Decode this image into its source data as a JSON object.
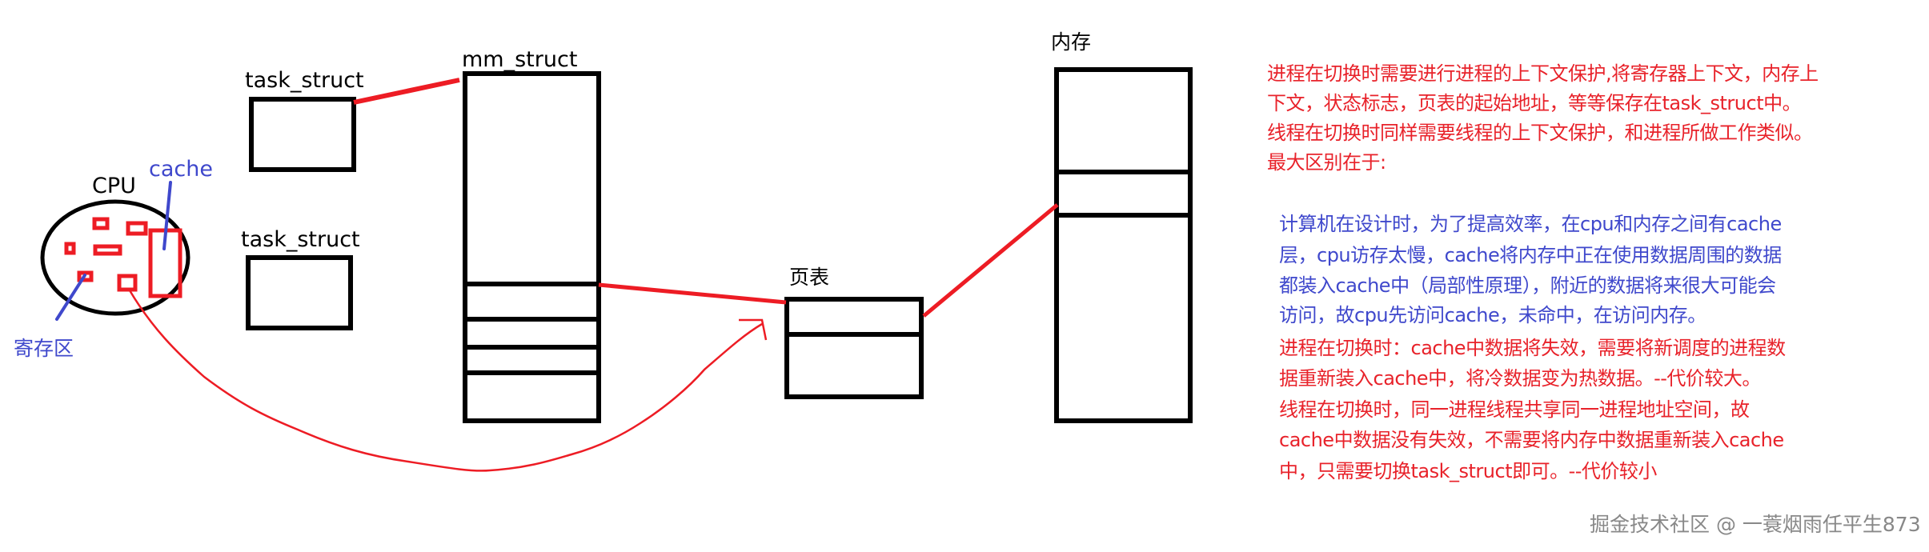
{
  "labels": {
    "task_struct_1": "task_struct",
    "task_struct_2": "task_struct",
    "mm_struct": "mm_struct",
    "cpu": "CPU",
    "cache": "cache",
    "register": "寄存区",
    "page_table": "页表",
    "memory": "内存"
  },
  "notes": {
    "intro": [
      "进程在切换时需要进行进程的上下文保护,将寄存器上下文，内存上",
      "下文，状态标志，页表的起始地址，等等保存在task_struct中。",
      "线程在切换时同样需要线程的上下文保护，和进程所做工作类似。",
      "最大区别在于:"
    ],
    "cache_explain": [
      "计算机在设计时，为了提高效率，在cpu和内存之间有cache",
      "层，cpu访存太慢，cache将内存中正在使用数据周围的数据",
      "都装入cache中（局部性原理），附近的数据将来很大可能会",
      "访问，故cpu先访问cache，未命中，在访问内存。"
    ],
    "comparison": [
      "进程在切换时：cache中数据将失效，需要将新调度的进程数",
      "据重新装入cache中，将冷数据变为热数据。--代价较大。",
      "线程在切换时，同一进程线程共享同一进程地址空间，故",
      "cache中数据没有失效，不需要将内存中数据重新装入cache",
      "中，只需要切换task_struct即可。--代价较小"
    ]
  },
  "watermark": "掘金技术社区 @ 一蓑烟雨任平生873",
  "colors": {
    "red": "#ed1c24",
    "blue": "#3f48cc",
    "black": "#000000"
  }
}
